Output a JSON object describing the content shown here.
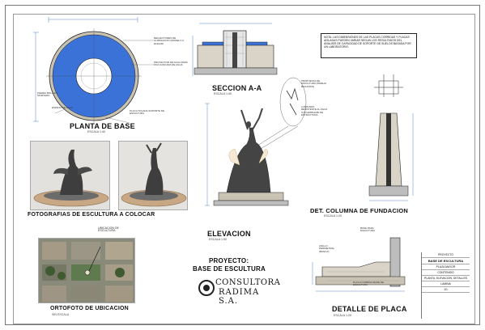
{
  "drawing": {
    "planta": {
      "title": "PLANTA DE BASE",
      "scale": "ESCALA 1:40",
      "labels": [
        "REFLECTORES DE ILUMINACION (MODELO A ELEGIR)",
        "PROYECTOR DE AGUA PARA UNA CASCADA DE AGUA",
        "PIEDRA BOLA EN MORTERO",
        "ESPEJO DE AGUA",
        "PLACA SOLADA SOPORTE DE ESCULTURA"
      ]
    },
    "seccion": {
      "title": "SECCION A-A",
      "scale": "ESCALA 1:40"
    },
    "note": {
      "text": "NOTA: LAS DIMENSIONES DE LAS PLACAS CORRIDAS Y PLACAS AISLADAS PUEDEN VARIAR SEGUN LOS RESULTADOS DEL ANALISIS DE CAPACIDAD DE SOPORTE DE SUELOS BASADA POR UN LABORATORIO."
    },
    "elevacion": {
      "title": "ELEVACION",
      "scale": "ESCALA 1:50",
      "labels": [
        "PROPUESTA DE ESCULTURA (PAREJA BAILANDO)",
        "LUMINARIA RESISTENTE AL AGUA CON EMPALME DE ESTRUCTURA"
      ]
    },
    "columna": {
      "title": "DET. COLUMNA DE FUNDACION",
      "scale": "ESCALA 1:20"
    },
    "fotos": {
      "title": "FOTOGRAFIAS DE ESCULTURA A COLOCAR"
    },
    "proyecto": {
      "label": "PROYECTO:",
      "name": "BASE DE ESCULTURA"
    },
    "logo": {
      "line1": "CONSULTORA",
      "line2": "RADIMA S.A."
    },
    "ortofoto": {
      "title": "ORTOFOTO DE UBICACION",
      "scale": "SIN ESCALA",
      "callout": "UBICACION DE ESCULTURA"
    },
    "placa": {
      "title": "DETALLE DE PLACA",
      "scale": "ESCALA 1:20",
      "labels": [
        "BASE PARA ESCULTURA",
        "ANILLO PERIMETRAL (BANCA)",
        "PLACA CORRIDA BASE DE ESCULTURA"
      ]
    },
    "titleblock": {
      "rows": [
        "PROYECTO",
        "BASE DE ESCULTURA",
        "PLAZA MAYOR",
        "CONTENIDO",
        "PLANTA, ELEVACION, DETALLES",
        "LAMINA",
        "1/1"
      ]
    }
  },
  "colors": {
    "water": "#3b72d8",
    "stone": "#c9c3b4",
    "line": "#222222",
    "dim": "#2a64c8",
    "hatch": "#bdbdbd"
  }
}
